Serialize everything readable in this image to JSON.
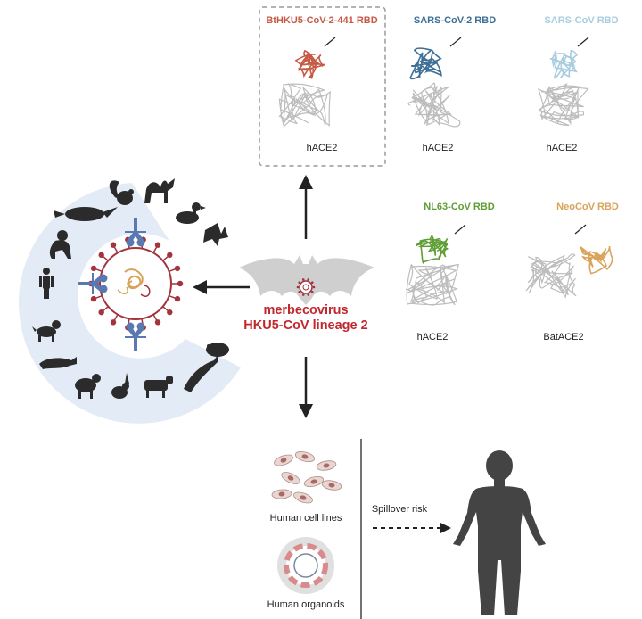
{
  "center": {
    "title_line1": "merbecovirus",
    "title_line2": "HKU5-CoV lineage 2"
  },
  "structures": [
    {
      "rbd": "BtHKU5-CoV-2-441 RBD",
      "receptor": "hACE2",
      "color": "#c65a45"
    },
    {
      "rbd": "SARS-CoV-2 RBD",
      "receptor": "hACE2",
      "color": "#3e6f96"
    },
    {
      "rbd": "SARS-CoV RBD",
      "receptor": "hACE2",
      "color": "#a9cde0"
    },
    {
      "rbd": "NL63-CoV RBD",
      "receptor": "hACE2",
      "color": "#5e9e33"
    },
    {
      "rbd": "NeoCoV RBD",
      "receptor": "BatACE2",
      "color": "#d9a45a"
    }
  ],
  "bottom": {
    "cell_lines": "Human cell lines",
    "organoids": "Human organoids",
    "spillover": "Spillover risk"
  },
  "colors": {
    "virus_red": "#a3333d",
    "receptor_blue": "#5a79b0",
    "ring_bg": "#e3ebf6",
    "silhouette": "#2b2b2b",
    "bat_grey": "#cfcfcf",
    "arrow": "#222222"
  }
}
